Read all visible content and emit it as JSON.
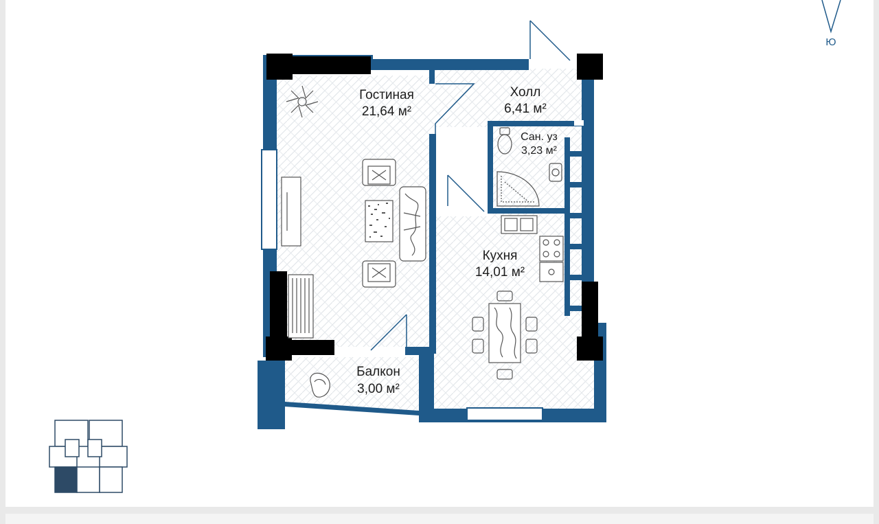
{
  "compass": {
    "label": "Ю"
  },
  "rooms": {
    "living": {
      "name": "Гостиная",
      "area": "21,64 м²"
    },
    "hall": {
      "name": "Холл",
      "area": "6,41 м²"
    },
    "bathroom": {
      "name": "Сан. уз",
      "area": "3,23 м²"
    },
    "kitchen": {
      "name": "Кухня",
      "area": "14,01 м²"
    },
    "balcony": {
      "name": "Балкон",
      "area": "3,00 м²"
    }
  },
  "colors": {
    "wall": "#1f5a8a",
    "column": "#000000",
    "floor_pattern": "#d9dde2",
    "furniture": "#555555",
    "highlight_unit": "#2d4a66"
  },
  "icons": [
    "compass-arrow-icon",
    "plant-icon",
    "armchair-icon",
    "sofa-icon",
    "tv-stand-icon",
    "toilet-icon",
    "sink-icon",
    "shower-icon",
    "stove-icon",
    "dining-table-icon",
    "radiator-icon",
    "lounge-chair-icon"
  ]
}
